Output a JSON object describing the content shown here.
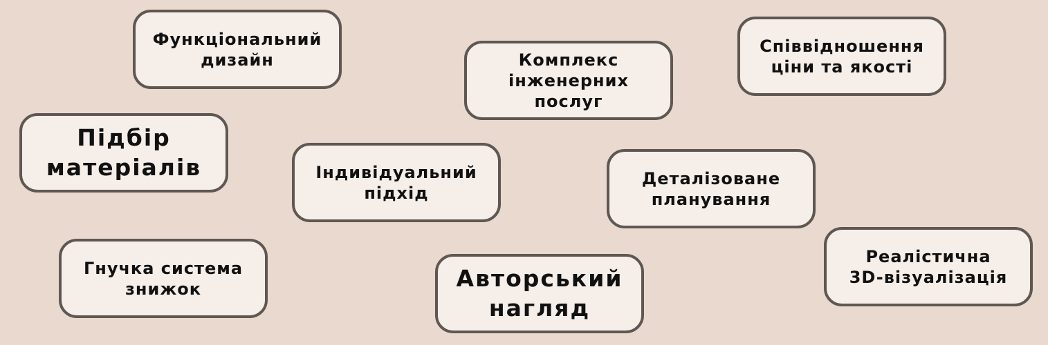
{
  "diagram": {
    "background_color": "#ead9cf",
    "box_fill_color": "#f6eee9",
    "box_border_color": "#5f5752",
    "boxes": [
      {
        "label": "Функціональний\nдизайн"
      },
      {
        "label": "Комплекс\nінженерних\nпослуг"
      },
      {
        "label": "Співвідношення\nціни та якості"
      },
      {
        "label": "Підбір\nматеріалів"
      },
      {
        "label": "Індивідуальний\nпідхід"
      },
      {
        "label": "Деталізоване\nпланування"
      },
      {
        "label": "Гнучка система\nзнижок"
      },
      {
        "label": "Авторський\nнагляд"
      },
      {
        "label": "Реалістична\n3D-візуалізація"
      }
    ]
  }
}
